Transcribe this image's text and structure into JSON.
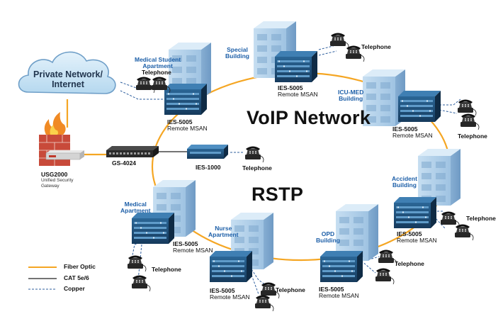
{
  "title": "VoIP Network",
  "ring_label": "RSTP",
  "cloud": {
    "line1": "Private Network/",
    "line2": "Internet"
  },
  "gateway": {
    "model": "USG2000",
    "desc1": "Unified Security",
    "desc2": "Gateway"
  },
  "core_switch": {
    "model": "GS-4024"
  },
  "ies1000": {
    "model": "IES-1000",
    "phone_label": "Telephone"
  },
  "buildings": [
    {
      "id": "medical-student",
      "line1": "Medical Student",
      "line2": "Apartment",
      "phone_label": "Telephone",
      "model": "IES-5005",
      "desc": "Remote MSAN"
    },
    {
      "id": "special",
      "line1": "Special",
      "line2": "Building",
      "phone_label": "Telephone",
      "model": "IES-5005",
      "desc": "Remote MSAN"
    },
    {
      "id": "icu-med",
      "line1": "ICU-MED",
      "line2": "Building",
      "phone_label": "Telephone",
      "model": "IES-5005",
      "desc": "Remote MSAN"
    },
    {
      "id": "accident",
      "line1": "Accident",
      "line2": "Building",
      "phone_label": "Telephone",
      "model": "IES-5005",
      "desc": "Remote MSAN"
    },
    {
      "id": "opd",
      "line1": "OPD",
      "line2": "Building",
      "phone_label": "Telephone",
      "model": "IES-5005",
      "desc": "Remote MSAN"
    },
    {
      "id": "nurse",
      "line1": "Nurse",
      "line2": "Apartment",
      "phone_label": "Telephone",
      "model": "IES-5005",
      "desc": "Remote MSAN"
    },
    {
      "id": "medical",
      "line1": "Medical",
      "line2": "Apartment",
      "phone_label": "Telephone",
      "model": "IES-5005",
      "desc": "Remote MSAN"
    }
  ],
  "legend": [
    {
      "label": "Fiber Optic",
      "color": "#f5a623",
      "style": "solid"
    },
    {
      "label": "CAT 5e/6",
      "color": "#222222",
      "style": "solid"
    },
    {
      "label": "Copper",
      "color": "#2f5f9e",
      "style": "dashed"
    }
  ],
  "colors": {
    "fiber": "#f5a623",
    "cat": "#222222",
    "copper": "#2f5f9e",
    "building": "#a9cbe6",
    "device": "#1f4f7a",
    "cloud": "#cfe6f5",
    "firewall": "#c84a3a"
  }
}
